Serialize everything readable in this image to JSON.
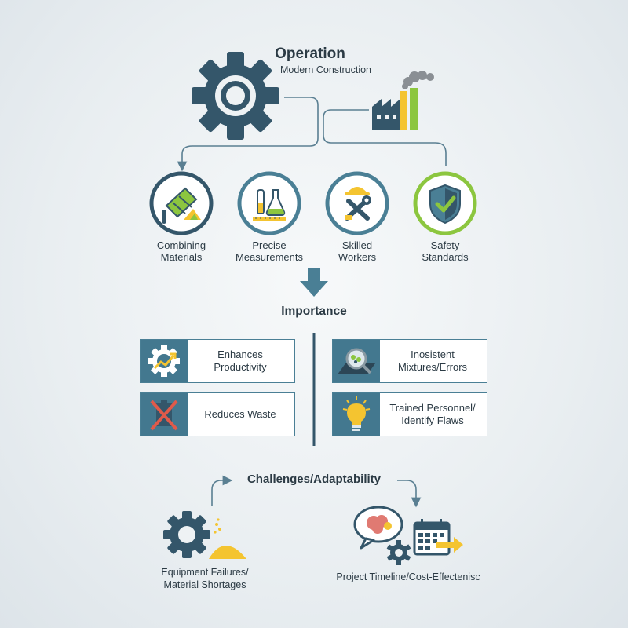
{
  "operation": {
    "title": "Operation",
    "subtitle": "Modern Construction"
  },
  "steps": [
    {
      "label": "Combining\nMaterials",
      "icon": "cement-mixer-icon"
    },
    {
      "label": "Precise\nMeasurements",
      "icon": "lab-flask-icon"
    },
    {
      "label": "Skilled\nWorkers",
      "icon": "hardhat-tools-icon"
    },
    {
      "label": "Safety\nStandards",
      "icon": "shield-check-icon"
    }
  ],
  "importance": {
    "title": "Importance",
    "left": [
      {
        "label": "Enhances\nProductivity",
        "icon": "gear-growth-icon"
      },
      {
        "label": "Reduces Waste",
        "icon": "no-waste-icon"
      }
    ],
    "right": [
      {
        "label": "Inosistent\nMixtures/Errors",
        "icon": "magnifier-inspect-icon"
      },
      {
        "label": "Trained Personnel/\nIdentify Flaws",
        "icon": "lightbulb-icon"
      }
    ]
  },
  "challenges": {
    "title": "Challenges/Adaptability",
    "left_label": "Equipment Failures/\nMaterial Shortages",
    "right_label": "Project Timeline/Cost-Effectenisc"
  },
  "colors": {
    "teal": "#43788f",
    "dark_slate": "#34566a",
    "lime": "#8cc63f",
    "yellow": "#f4c430"
  }
}
